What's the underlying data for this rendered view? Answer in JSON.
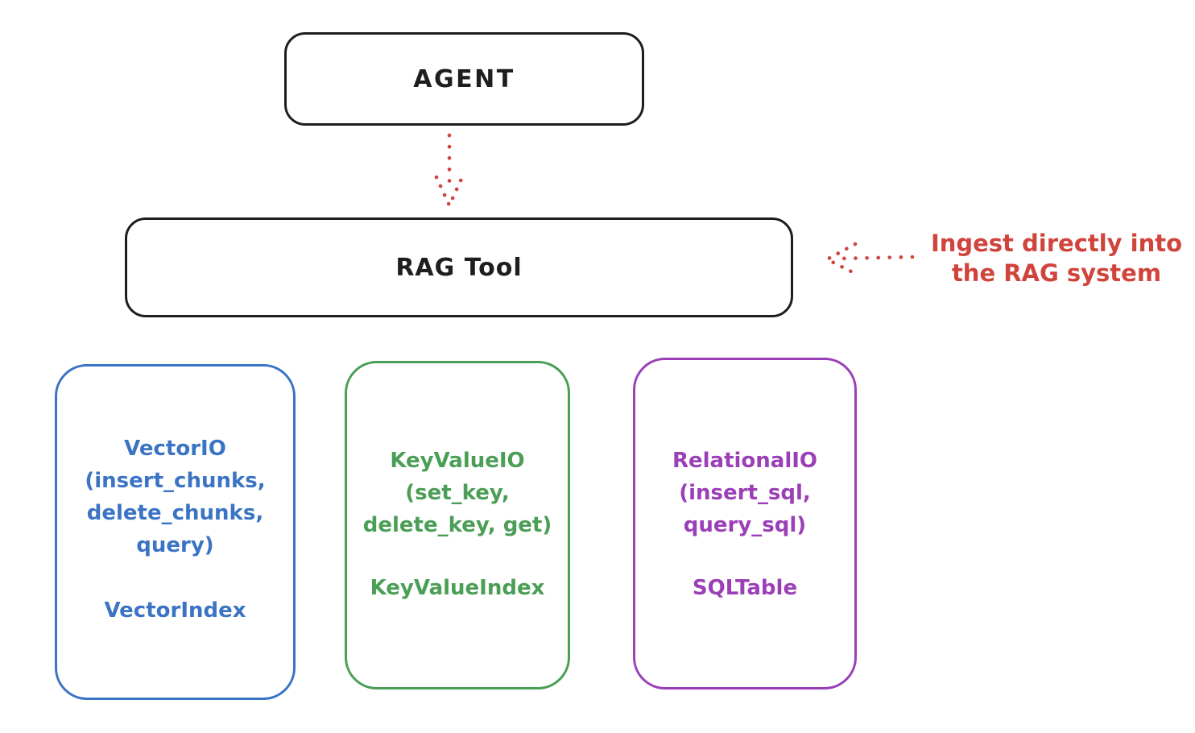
{
  "diagram": {
    "colors": {
      "stroke_black": "#1e1e1e",
      "arrow_red": "#d0443c",
      "vector_blue": "#3b74c4",
      "keyvalue_green": "#4a9e55",
      "relational_purple": "#9b3fb8"
    },
    "agent_box": {
      "label": "AGENT"
    },
    "rag_tool_box": {
      "label": "RAG Tool"
    },
    "ingest_annotation": {
      "lines": [
        "Ingest directly into",
        "the RAG system"
      ],
      "color": "#d0443c"
    },
    "backends": [
      {
        "name": "vector-io",
        "color": "#3b74c4",
        "method_lines": [
          "VectorIO",
          "(insert_chunks,",
          "delete_chunks,",
          "query)"
        ],
        "index_label": "VectorIndex"
      },
      {
        "name": "keyvalue-io",
        "color": "#4a9e55",
        "method_lines": [
          "KeyValueIO",
          "(set_key,",
          "delete_key, get)"
        ],
        "index_label": "KeyValueIndex"
      },
      {
        "name": "relational-io",
        "color": "#9b3fb8",
        "method_lines": [
          "RelationalIO",
          "(insert_sql,",
          "query_sql)"
        ],
        "index_label": "SQLTable"
      }
    ]
  }
}
